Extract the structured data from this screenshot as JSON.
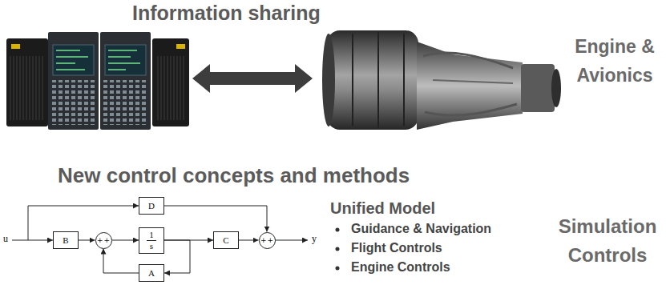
{
  "diagram": {
    "nodes": [
      {
        "text": [
          "D"
        ]
      },
      {
        "text": [
          "B"
        ]
      },
      {
        "text": [
          "+",
          "+"
        ]
      },
      {
        "text": [
          "1",
          "s"
        ]
      },
      {
        "text": [
          "C"
        ]
      },
      {
        "text": [
          "+",
          "+"
        ]
      },
      {
        "text": [
          "A"
        ]
      }
    ],
    "edges": [
      {
        "from": 1,
        "to": 2,
        "arrow": "to"
      },
      {
        "from": 2,
        "to": 3,
        "arrow": "to"
      },
      {
        "from": 3,
        "to": 4,
        "arrow": "to"
      },
      {
        "from": 4,
        "to": 5,
        "arrow": "to"
      },
      {
        "from": 0,
        "to": 5,
        "arrow": "to"
      },
      {
        "from": 3,
        "to": 6,
        "arrow": "to"
      },
      {
        "from": 6,
        "to": 2,
        "arrow": "to"
      }
    ],
    "labels": [
      "Information sharing",
      "Engine & Avionics",
      "New control concepts and methods",
      "u",
      "y",
      "Unified Model",
      "Guidance & Navigation",
      "Flight Controls",
      "Engine Controls",
      "Simulation Controls"
    ]
  }
}
